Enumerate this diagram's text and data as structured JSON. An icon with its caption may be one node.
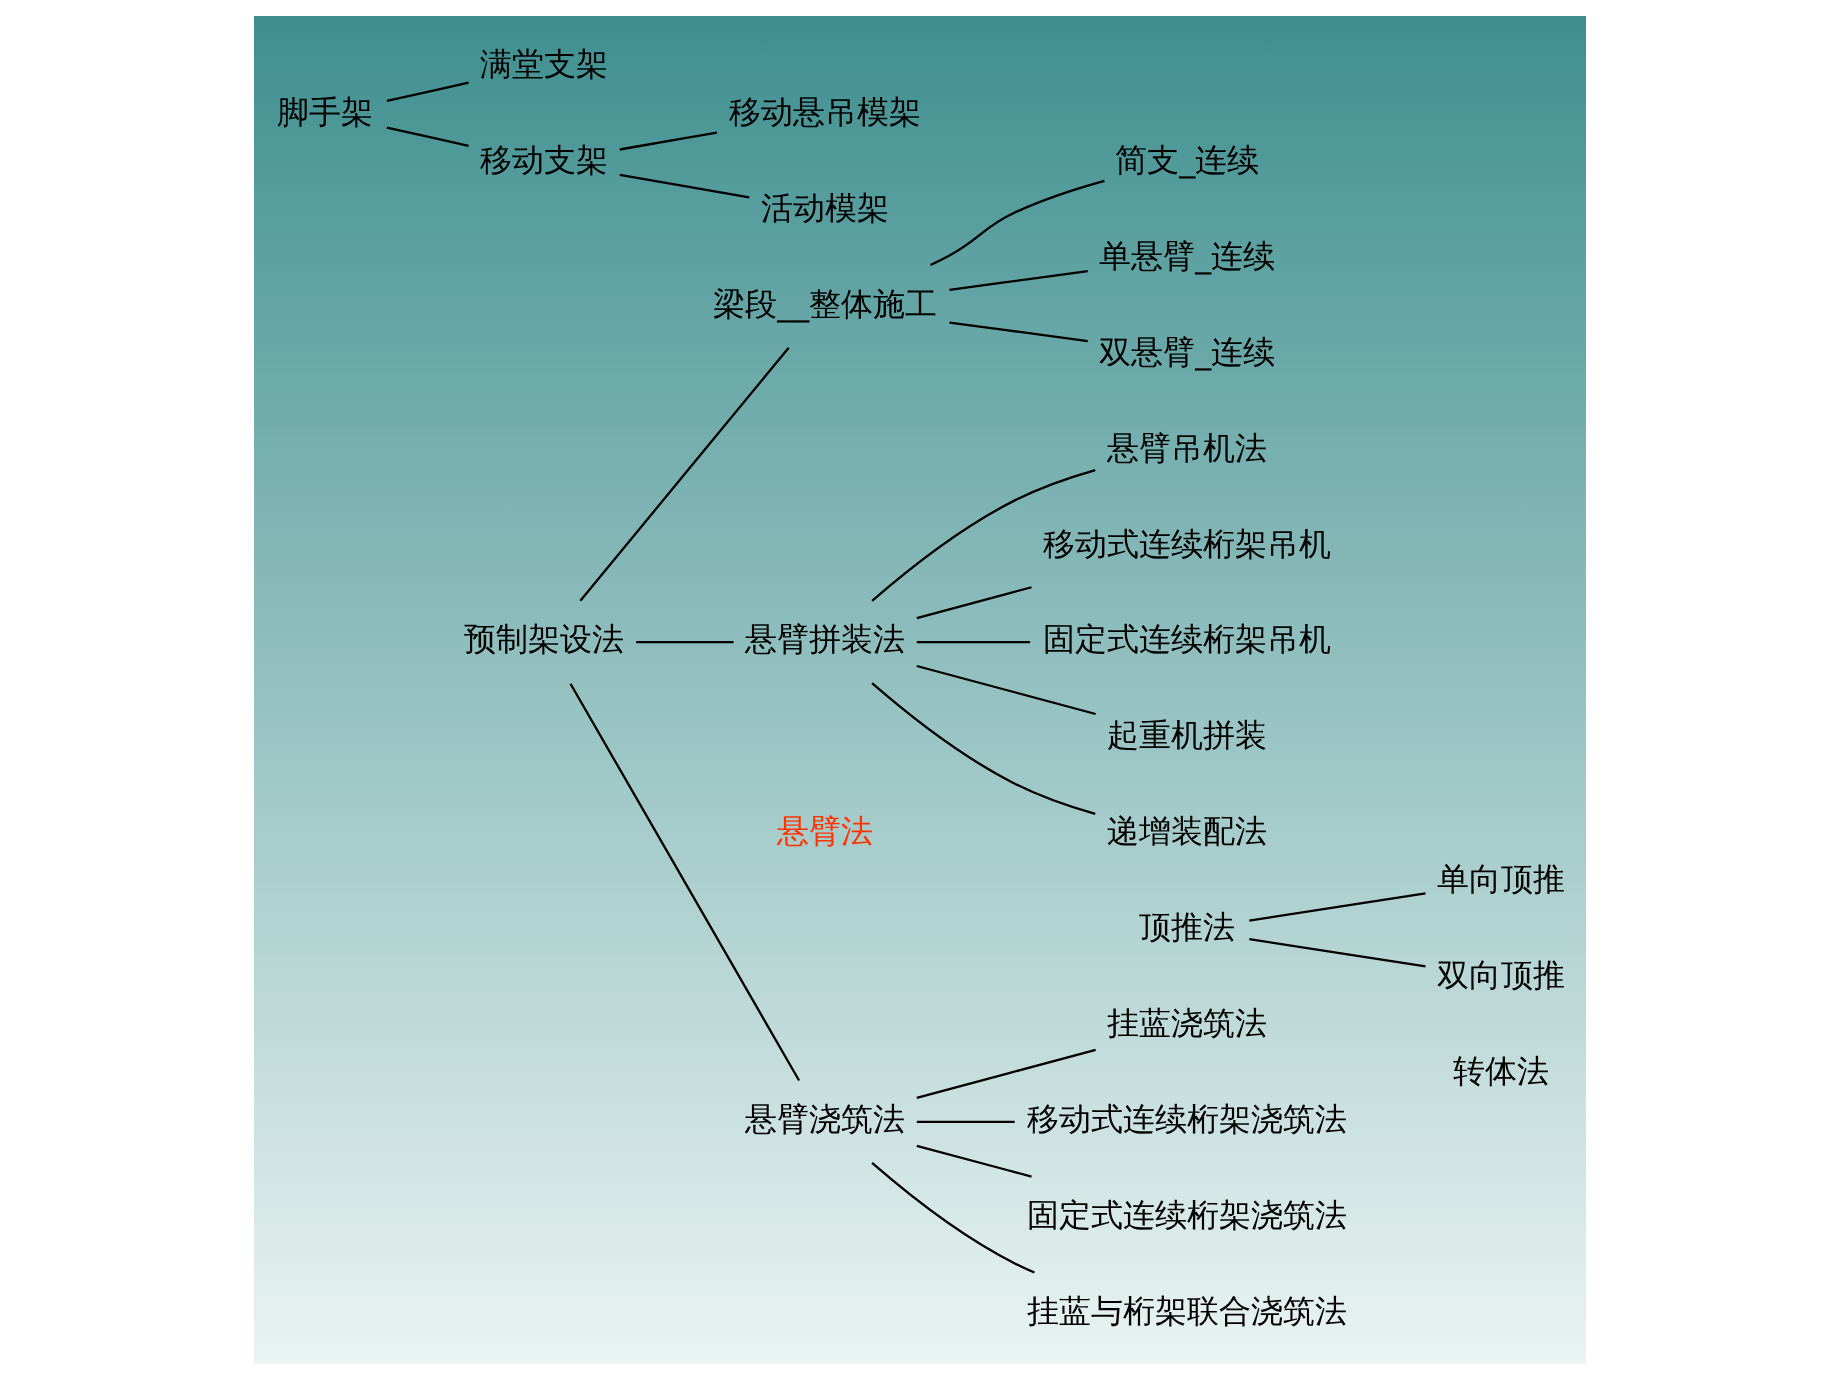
{
  "diagram": {
    "nodes": [
      {
        "text": [
          "脚手架"
        ]
      },
      {
        "text": [
          "满堂支架"
        ]
      },
      {
        "text": [
          "移动支架"
        ]
      },
      {
        "text": [
          "移动悬吊模架"
        ]
      },
      {
        "text": [
          "活动模架"
        ]
      },
      {
        "text": [
          "预制架设法"
        ]
      },
      {
        "text": [
          "梁段__整体施工"
        ]
      },
      {
        "text": [
          "简支_连续"
        ]
      },
      {
        "text": [
          "单悬臂_连续"
        ]
      },
      {
        "text": [
          "双悬臂_连续"
        ]
      },
      {
        "text": [
          "悬臂拼装法"
        ]
      },
      {
        "text": [
          "悬臂吊机法"
        ]
      },
      {
        "text": [
          "移动式连续桁架吊机"
        ]
      },
      {
        "text": [
          "固定式连续桁架吊机"
        ]
      },
      {
        "text": [
          "起重机拼装"
        ]
      },
      {
        "text": [
          "递增装配法"
        ]
      },
      {
        "text": [
          "悬臂法"
        ]
      },
      {
        "text": [
          "悬臂浇筑法"
        ]
      },
      {
        "text": [
          "挂蓝浇筑法"
        ]
      },
      {
        "text": [
          "移动式连续桁架浇筑法"
        ]
      },
      {
        "text": [
          "固定式连续桁架浇筑法"
        ]
      },
      {
        "text": [
          "挂蓝与桁架联合浇筑法"
        ]
      },
      {
        "text": [
          "顶推法"
        ]
      },
      {
        "text": [
          "单向顶推"
        ]
      },
      {
        "text": [
          "双向顶推"
        ]
      },
      {
        "text": [
          "转体法"
        ]
      }
    ],
    "edges": [
      {
        "from": 0,
        "to": 1,
        "arrow": "none"
      },
      {
        "from": 0,
        "to": 2,
        "arrow": "none"
      },
      {
        "from": 2,
        "to": 3,
        "arrow": "none"
      },
      {
        "from": 2,
        "to": 4,
        "arrow": "none"
      },
      {
        "from": 5,
        "to": 6,
        "arrow": "none"
      },
      {
        "from": 6,
        "to": 7,
        "arrow": "none"
      },
      {
        "from": 6,
        "to": 8,
        "arrow": "none"
      },
      {
        "from": 6,
        "to": 9,
        "arrow": "none"
      },
      {
        "from": 5,
        "to": 10,
        "arrow": "none"
      },
      {
        "from": 10,
        "to": 11,
        "arrow": "none"
      },
      {
        "from": 10,
        "to": 12,
        "arrow": "none"
      },
      {
        "from": 10,
        "to": 13,
        "arrow": "none"
      },
      {
        "from": 10,
        "to": 14,
        "arrow": "none"
      },
      {
        "from": 10,
        "to": 15,
        "arrow": "none"
      },
      {
        "from": 5,
        "to": 17,
        "arrow": "none"
      },
      {
        "from": 17,
        "to": 18,
        "arrow": "none"
      },
      {
        "from": 17,
        "to": 19,
        "arrow": "none"
      },
      {
        "from": 17,
        "to": 20,
        "arrow": "none"
      },
      {
        "from": 17,
        "to": 21,
        "arrow": "none"
      },
      {
        "from": 22,
        "to": 23,
        "arrow": "none"
      },
      {
        "from": 22,
        "to": 24,
        "arrow": "none"
      }
    ]
  }
}
